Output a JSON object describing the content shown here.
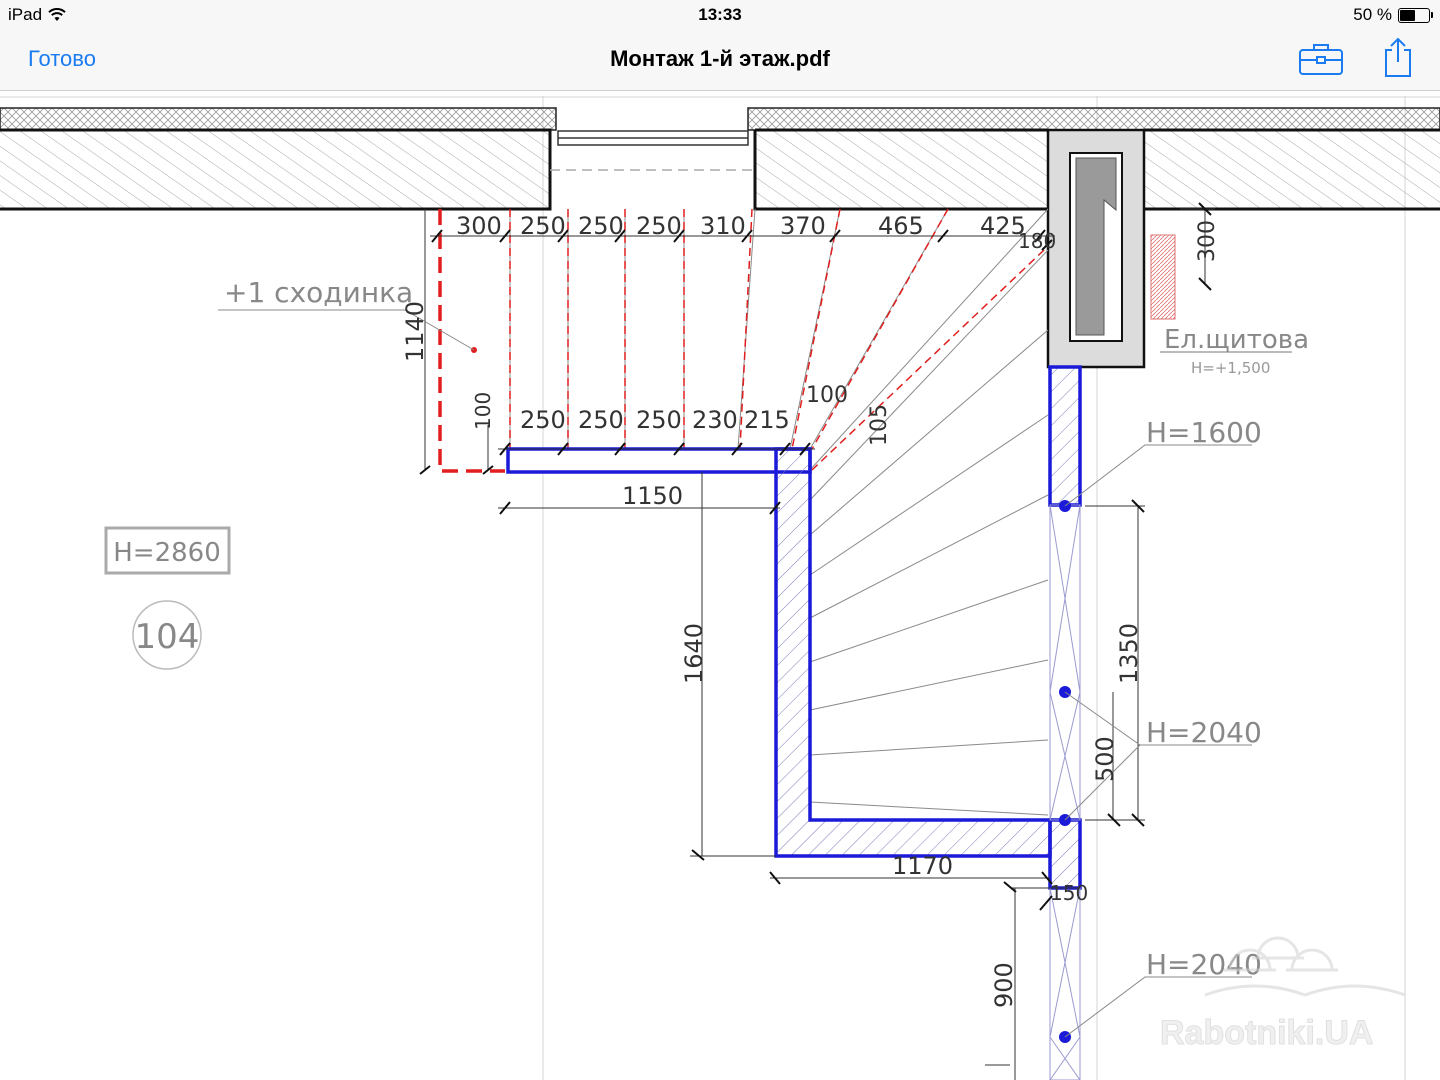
{
  "status_bar": {
    "device": "iPad",
    "time": "13:33",
    "battery": "50 %",
    "battery_level": 0.5
  },
  "nav": {
    "done": "Готово",
    "title": "Монтаж 1-й этаж.pdf"
  },
  "drawing": {
    "labels": {
      "step": "+1 сходинка",
      "panel": "Ел.щитова",
      "panel_height": "H=+1,500",
      "room_height": "H=2860",
      "room_number": "104",
      "h1600": "H=1600",
      "h2040_a": "H=2040",
      "h2040_b": "H=2040"
    },
    "dims": {
      "top_row": [
        "300",
        "250",
        "250",
        "250",
        "310",
        "370",
        "465",
        "425"
      ],
      "d180": "180",
      "d300": "300",
      "d1140": "1140",
      "d100_v": "100",
      "mid_row": [
        "250",
        "250",
        "250",
        "230",
        "215"
      ],
      "d100_h": "100",
      "d105": "105",
      "d1150": "1150",
      "d1640": "1640",
      "d1350": "1350",
      "d500": "500",
      "d1170": "1170",
      "d150": "150",
      "d900": "900"
    },
    "watermark": "Rabotniki.UA",
    "colors": {
      "blue": "#1a1ad8",
      "red": "#e01e1e",
      "gray": "#8a8a8a",
      "ios_blue": "#1a7cf0"
    }
  }
}
